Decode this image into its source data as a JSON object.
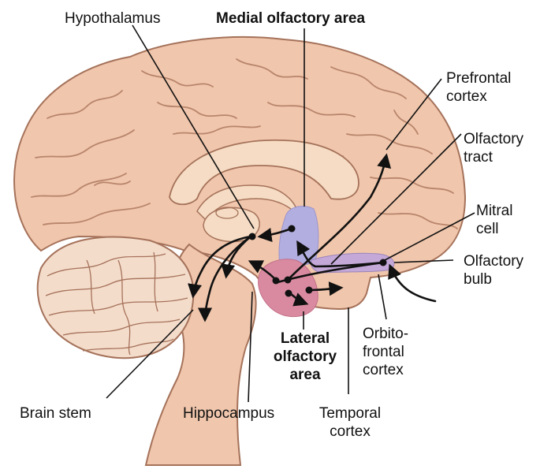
{
  "labels": {
    "hypothalamus": "Hypothalamus",
    "medial_olfactory_area": "Medial olfactory area",
    "prefrontal_cortex": [
      "Prefrontal",
      "cortex"
    ],
    "olfactory_tract": [
      "Olfactory",
      "tract"
    ],
    "mitral_cell": [
      "Mitral",
      "cell"
    ],
    "olfactory_bulb": [
      "Olfactory",
      "bulb"
    ],
    "orbitofrontal_cortex": [
      "Orbito-",
      "frontal",
      "cortex"
    ],
    "lateral_olfactory_area": [
      "Lateral",
      "olfactory",
      "area"
    ],
    "brain_stem": "Brain stem",
    "hippocampus": "Hippocampus",
    "temporal_cortex": [
      "Temporal",
      "cortex"
    ]
  },
  "colors": {
    "cortex_fill": "#f0c6ac",
    "cortex_outline": "#a5725a",
    "gyri_lines": "#b8856b",
    "inner_structures": "#f6dcc4",
    "medial_area_fill": "#b3aee0",
    "lateral_area_fill": "#d98aa0",
    "olfactory_bulb_fill": "#c4a8d8",
    "cerebellum_fill": "#f4dccb",
    "arrows": "#111111"
  }
}
